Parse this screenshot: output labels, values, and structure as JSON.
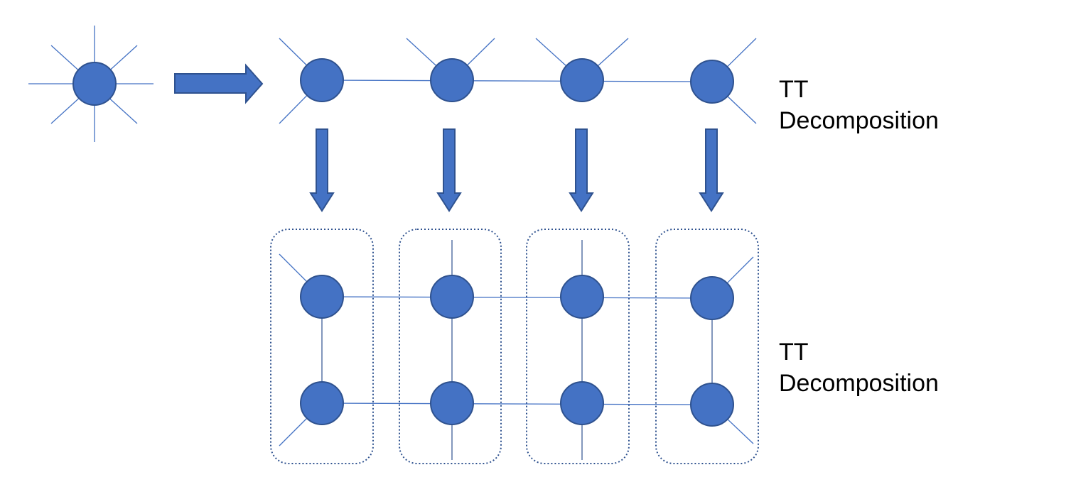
{
  "labels": {
    "top": {
      "line1": "TT",
      "line2": "Decomposition"
    },
    "bottom": {
      "line1": "TT",
      "line2": "Decomposition"
    }
  },
  "colors": {
    "node_fill": "#4472C4",
    "node_stroke": "#2F528F",
    "edge": "#4472C4",
    "group_border": "#2F528F"
  }
}
